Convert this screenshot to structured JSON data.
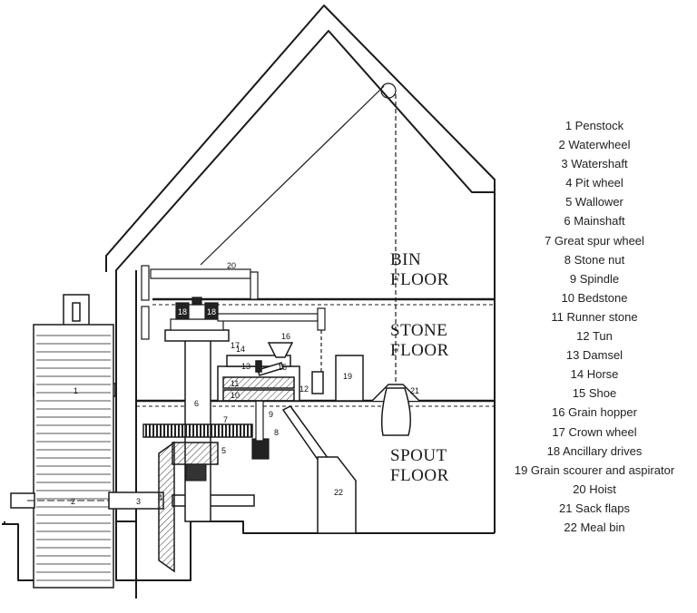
{
  "floors": {
    "bin": [
      "BIN",
      "FLOOR"
    ],
    "stone": [
      "STONE",
      "FLOOR"
    ],
    "spout": [
      "SPOUT",
      "FLOOR"
    ]
  },
  "legend": [
    {
      "n": "1",
      "label": "1 Penstock"
    },
    {
      "n": "2",
      "label": "2 Waterwheel"
    },
    {
      "n": "3",
      "label": "3 Watershaft"
    },
    {
      "n": "4",
      "label": "4 Pit wheel"
    },
    {
      "n": "5",
      "label": "5 Wallower"
    },
    {
      "n": "6",
      "label": "6 Mainshaft"
    },
    {
      "n": "7",
      "label": "7 Great spur wheel"
    },
    {
      "n": "8",
      "label": "8 Stone nut"
    },
    {
      "n": "9",
      "label": "9 Spindle"
    },
    {
      "n": "10",
      "label": "10 Bedstone"
    },
    {
      "n": "11",
      "label": "11 Runner stone"
    },
    {
      "n": "12",
      "label": "12 Tun"
    },
    {
      "n": "13",
      "label": "13 Damsel"
    },
    {
      "n": "14",
      "label": "14 Horse"
    },
    {
      "n": "15",
      "label": "15 Shoe"
    },
    {
      "n": "16",
      "label": "16 Grain hopper"
    },
    {
      "n": "17",
      "label": "17 Crown wheel"
    },
    {
      "n": "18",
      "label": "18 Ancillary drives"
    },
    {
      "n": "19",
      "label": "19 Grain scourer and aspirator"
    },
    {
      "n": "20",
      "label": "20 Hoist"
    },
    {
      "n": "21",
      "label": "21 Sack flaps"
    },
    {
      "n": "22",
      "label": "22 Meal bin"
    }
  ],
  "callouts": [
    "1",
    "2",
    "3",
    "4",
    "5",
    "6",
    "7",
    "8",
    "9",
    "10",
    "11",
    "12",
    "13",
    "14",
    "15",
    "16",
    "17",
    "18",
    "18",
    "19",
    "20",
    "21",
    "22"
  ]
}
